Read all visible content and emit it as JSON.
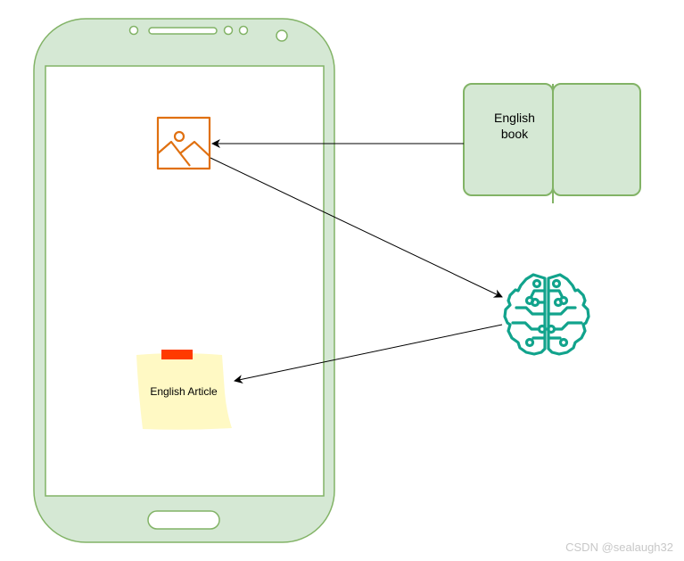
{
  "book": {
    "label_line1": "English",
    "label_line2": "book"
  },
  "note": {
    "label": "English Article"
  },
  "watermark": {
    "text": "CSDN @sealaugh32"
  },
  "colors": {
    "phone_fill": "#d5e8d4",
    "phone_stroke": "#82b366",
    "image_icon": "#e07010",
    "brain_icon": "#11a38c",
    "note_fill": "#fff9c4",
    "note_tape": "#ff3a00",
    "arrow": "#000000"
  },
  "icons": [
    "image-icon",
    "open-book-icon",
    "ai-brain-icon",
    "sticky-note-icon"
  ]
}
